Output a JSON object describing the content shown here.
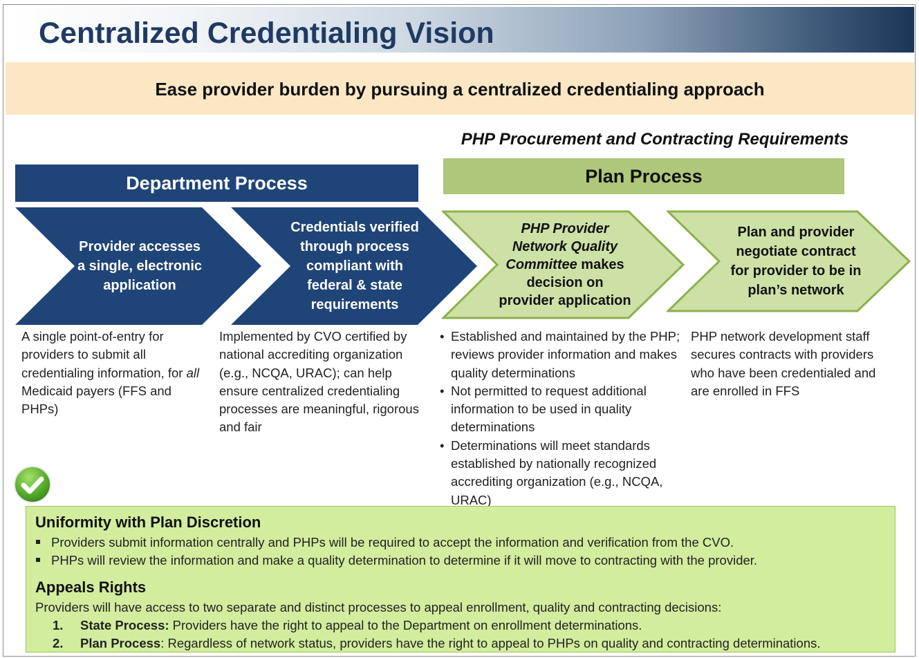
{
  "header": {
    "title": "Centralized Credentialing Vision"
  },
  "banner": {
    "text": "Ease provider burden by pursuing a centralized credentialing approach"
  },
  "php_heading": "PHP Procurement and Contracting Requirements",
  "department": {
    "header": "Department Process",
    "steps": [
      {
        "label": "Provider accesses a single, electronic application"
      },
      {
        "label": "Credentials verified through process compliant with federal & state requirements"
      }
    ],
    "descriptions": [
      {
        "before": "A single point-of-entry for providers to submit all credentialing information, for ",
        "emphasis": "all",
        "after": " Medicaid payers (FFS and PHPs)"
      },
      {
        "text": "Implemented by CVO certified by national accrediting organization (e.g., NCQA, URAC); can help ensure centralized credentialing processes are meaningful, rigorous and fair"
      }
    ]
  },
  "plan": {
    "header": "Plan Process",
    "steps": [
      {
        "italic_part": "PHP Provider Network Quality Committee",
        "rest": " makes decision on provider application"
      },
      {
        "label": "Plan and provider negotiate contract for provider to be in plan’s network"
      }
    ],
    "bullets": [
      "Established and maintained by the PHP; reviews provider information and makes quality determinations",
      "Not permitted to request additional information to be used in quality determinations",
      "Determinations will meet standards established by nationally recognized accrediting organization (e.g., NCQA, URAC)"
    ],
    "right_description": "PHP network development staff secures contracts with providers who have been credentialed and are enrolled in FFS"
  },
  "summary": {
    "uniformity_heading": "Uniformity with Plan Discretion",
    "uniformity_bullets": [
      "Providers submit information centrally and PHPs will be required to accept the information and verification from the CVO.",
      "PHPs will review the information and make a quality determination to determine if it will move to contracting with the provider."
    ],
    "appeals_heading": "Appeals Rights",
    "appeals_intro": "Providers will have access to two separate and distinct processes to appeal enrollment, quality and contracting decisions:",
    "appeals_items": [
      {
        "num": "1.",
        "bold": "State Process:",
        "text": " Providers have the right to appeal to the Department on enrollment determinations."
      },
      {
        "num": "2.",
        "bold": "Plan Process",
        "text": ": Regardless of network status, providers have the right to appeal to PHPs on quality and contracting determinations."
      }
    ]
  },
  "colors": {
    "navy": "#1f4478",
    "plan_green": "#afc77a",
    "chevron_green": "#cde0a6",
    "banner": "#fbe7c4",
    "summary_green": "#d2ed9e",
    "title_text": "#1f3b63"
  },
  "icons": {
    "check": "checkmark-circle-icon"
  }
}
